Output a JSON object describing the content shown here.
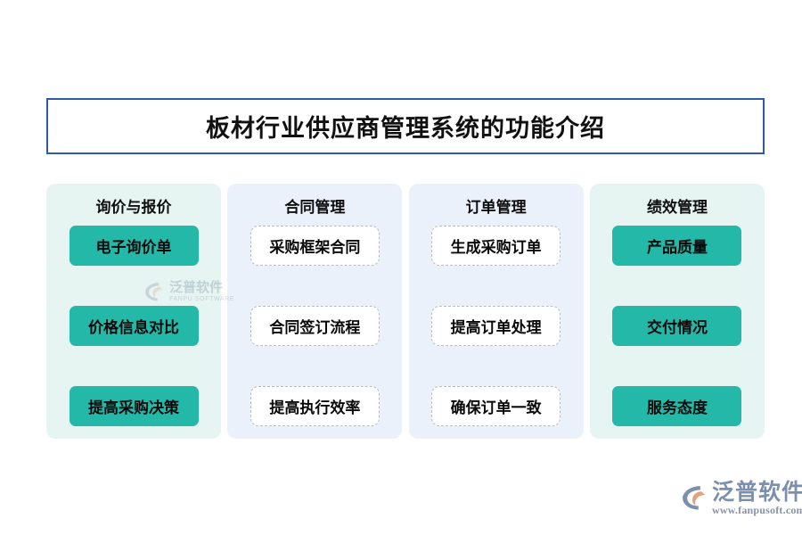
{
  "page": {
    "title": "板材行业供应商管理系统的功能介绍",
    "background_color": "#ffffff",
    "title_border_color": "#2e5aa8"
  },
  "colors": {
    "teal": "#23b8a8",
    "mint_panel": "#e6f5f1",
    "blue_panel": "#eaf1fb",
    "dashed_border": "#b9bcc2",
    "logo_blue": "#7b8fae",
    "logo_orange": "#e8a07a"
  },
  "columns": [
    {
      "header": "询价与报价",
      "style": "mint",
      "item_style": "teal",
      "items": [
        "电子询价单",
        "价格信息对比",
        "提高采购决策"
      ]
    },
    {
      "header": "合同管理",
      "style": "blue",
      "item_style": "dashed",
      "items": [
        "采购框架合同",
        "合同签订流程",
        "提高执行效率"
      ]
    },
    {
      "header": "订单管理",
      "style": "blue",
      "item_style": "dashed",
      "items": [
        "生成采购订单",
        "提高订单处理",
        "确保订单一致"
      ]
    },
    {
      "header": "绩效管理",
      "style": "mint",
      "item_style": "teal",
      "items": [
        "产品质量",
        "交付情况",
        "服务态度"
      ]
    }
  ],
  "watermark": {
    "brand_cn": "泛普软件",
    "brand_en": "FANPU SOFTWARE",
    "icon": "fanpu-logo-icon"
  },
  "logo": {
    "brand_cn": "泛普软件",
    "url": "www.fanpusoft.com",
    "icon": "fanpu-logo-icon"
  }
}
